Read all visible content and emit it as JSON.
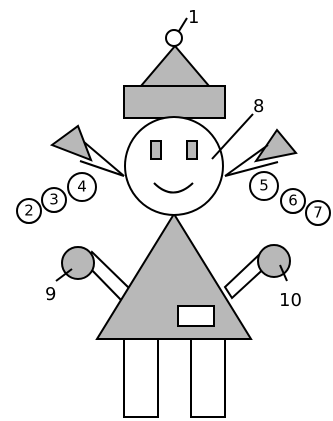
{
  "colors": {
    "fill": "#b8b8b8",
    "line": "#000000",
    "background": "#ffffff"
  },
  "labels": {
    "n1": "1",
    "n2": "2",
    "n3": "3",
    "n4": "4",
    "n5": "5",
    "n6": "6",
    "n7": "7",
    "n8": "8",
    "n9": "9",
    "n10": "10"
  }
}
